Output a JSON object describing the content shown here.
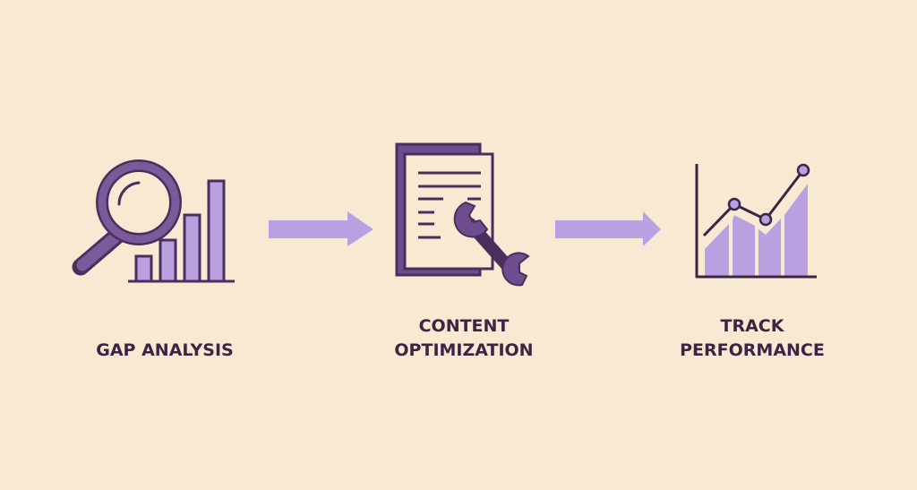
{
  "colors": {
    "background": "#f8ead2",
    "dark": "#4a2f5c",
    "mid": "#7b5a9c",
    "light": "#b9a0e0",
    "text": "#3a2545"
  },
  "steps": [
    {
      "icon": "magnifier-bar-chart-icon",
      "label_lines": [
        "GAP ANALYSIS"
      ]
    },
    {
      "icon": "document-wrench-icon",
      "label_lines": [
        "CONTENT",
        "OPTIMIZATION"
      ]
    },
    {
      "icon": "line-bar-chart-icon",
      "label_lines": [
        "TRACK",
        "PERFORMANCE"
      ]
    }
  ],
  "connectors": [
    {
      "icon": "arrow-right-icon"
    },
    {
      "icon": "arrow-right-icon"
    }
  ]
}
